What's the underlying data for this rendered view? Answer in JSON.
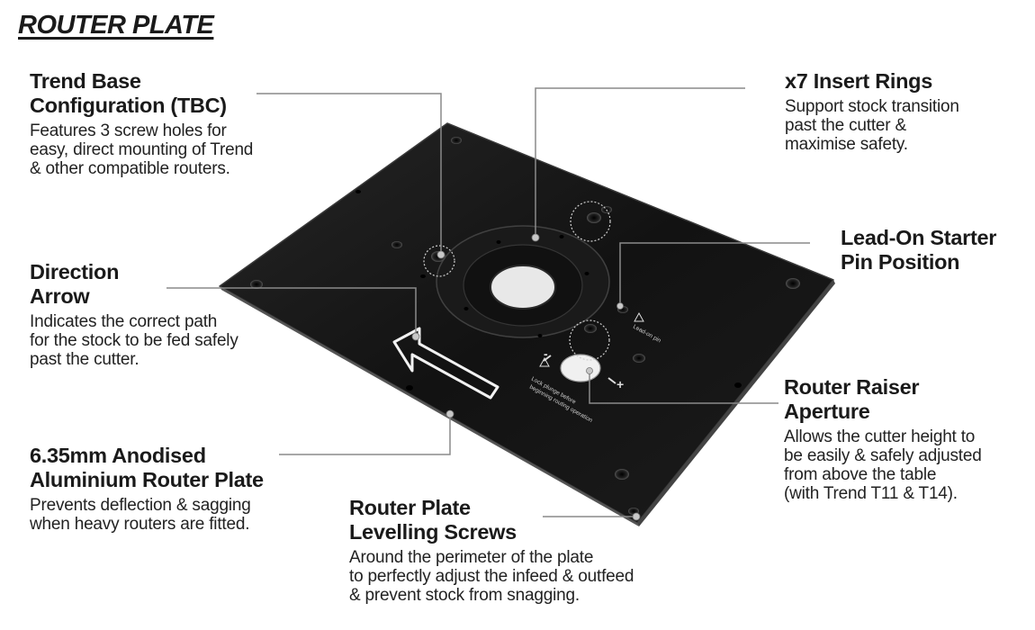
{
  "title": "ROUTER PLATE",
  "callouts": {
    "tbc": {
      "heading": [
        "Trend Base",
        "Configuration (TBC)"
      ],
      "desc": [
        "Features 3 screw holes for",
        "easy, direct mounting of Trend",
        "& other compatible routers."
      ]
    },
    "rings": {
      "heading": [
        "x7 Insert Rings"
      ],
      "desc": [
        "Support stock transition",
        "past the cutter &",
        "maximise safety."
      ]
    },
    "leadon": {
      "heading": [
        "Lead-On Starter",
        "Pin Position"
      ],
      "desc": []
    },
    "direction": {
      "heading": [
        "Direction",
        "Arrow"
      ],
      "desc": [
        "Indicates the correct path",
        "for the stock to be fed safely",
        "past the cutter."
      ]
    },
    "raiser": {
      "heading": [
        "Router Raiser",
        "Aperture"
      ],
      "desc": [
        "Allows the cutter height to",
        "be easily & safely adjusted",
        "from above the table",
        "(with Trend T11 & T14)."
      ]
    },
    "plate": {
      "heading": [
        "6.35mm Anodised",
        "Aluminium Router Plate"
      ],
      "desc": [
        "Prevents deflection & sagging",
        "when heavy routers are fitted."
      ]
    },
    "levelling": {
      "heading": [
        "Router Plate",
        "Levelling Screws"
      ],
      "desc": [
        "Around the perimeter of the plate",
        "to perfectly adjust the infeed & outfeed",
        "& prevent stock from snagging."
      ]
    }
  },
  "plate_print": {
    "leadon_label": "Lead-on pin",
    "raiser_sign_minus": "-",
    "raiser_sign_plus": "+",
    "warning_line1": "Lock plunge before",
    "warning_line2": "beginning routing operation"
  },
  "colors": {
    "plate": "#141414",
    "plate_edge": "#3a3a3a",
    "leader": "#8a8a8a",
    "text": "#1a1a1a"
  }
}
